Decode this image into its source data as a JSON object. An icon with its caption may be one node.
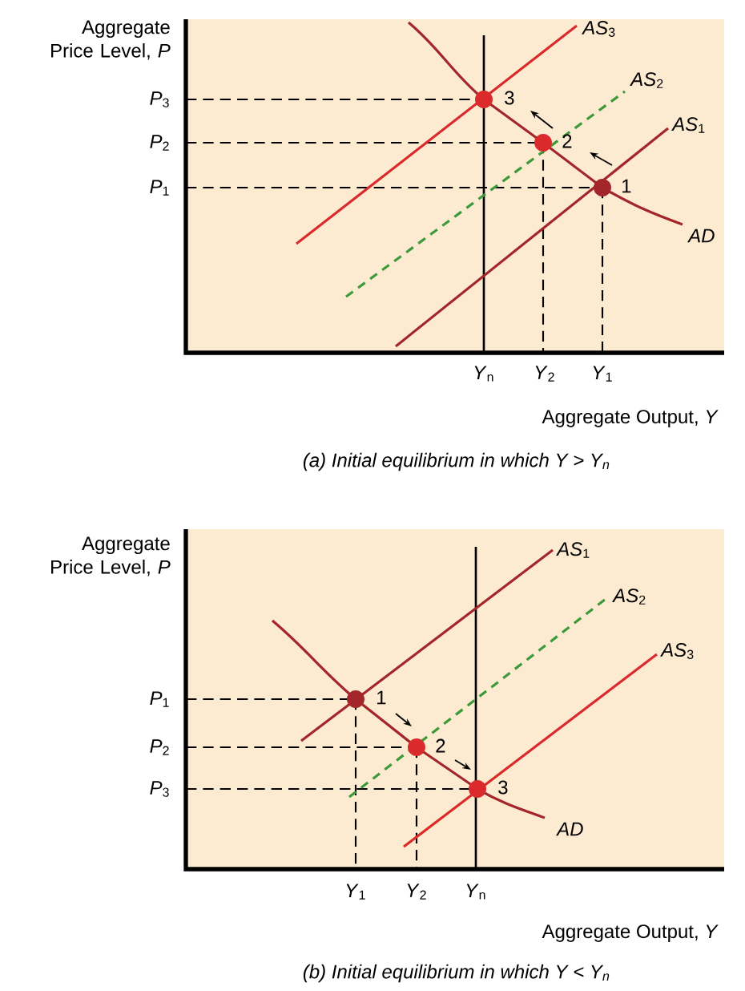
{
  "diagram": {
    "labels": [
      "Aggregate Price Level, *P*",
      "*AS*$_{3}$",
      "*AS*$_{2}$",
      "*P*$_{3}$",
      "3",
      "*P*$_{2}$",
      "2",
      "*AS*$_{1}$",
      "*P*$_{1}$",
      "1",
      "*AD*",
      "*Y*$_{n}$",
      "*Y*$_{2}$",
      "*Y*$_{1}$",
      "Aggregate Output, *Y*",
      "(a) Initial equilibrium in which Y > Y$_{n}$",
      "Aggregate Price Level, *P*",
      "*AS*$_{1}$",
      "*AS*$_{2}$",
      "*AS*$_{3}$",
      "*P*$_{1}$",
      "1",
      "*P*$_{2}$",
      "2",
      "*P*$_{3}$",
      "3",
      "*AD*",
      "*Y*$_{1}$",
      "*Y*$_{2}$",
      "*Y*$_{n}$",
      "Aggregate Output, *Y*",
      "(b) Initial equilibrium in which Y < Y$_{n}$"
    ]
  }
}
